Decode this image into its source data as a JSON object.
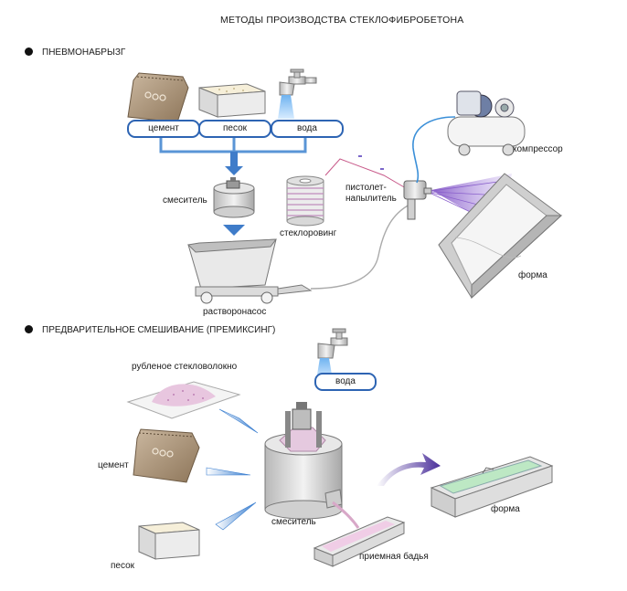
{
  "title": "МЕТОДЫ ПРОИЗВОДСТВА СТЕКЛОФИБРОБЕТОНА",
  "section1": {
    "heading": "ПНЕВМОНАБРЫЗГ",
    "cement": "цемент",
    "sand": "песок",
    "water": "вода",
    "mixer": "смеситель",
    "roving": "стеклоровинг",
    "pump": "растворонасос",
    "gun_line1": "пистолет-",
    "gun_line2": "напылитель",
    "compressor": "компрессор",
    "form": "форма"
  },
  "section2": {
    "heading": "ПРЕДВАРИТЕЛЬНОЕ СМЕШИВАНИЕ (ПРЕМИКСИНГ)",
    "chopped_fiber": "рубленое стекловолокно",
    "water": "вода",
    "cement": "цемент",
    "sand": "песок",
    "mixer": "смеситель",
    "tub": "приемная бадья",
    "form": "форма"
  },
  "colors": {
    "accent_blue": "#2d64b3",
    "arrow_blue": "#5a95d6",
    "spray_purple": "#9b6fd1",
    "hose_blue": "#3a8fd8",
    "bag_brown": "#a99177",
    "form_gray": "#c9c9c9"
  }
}
